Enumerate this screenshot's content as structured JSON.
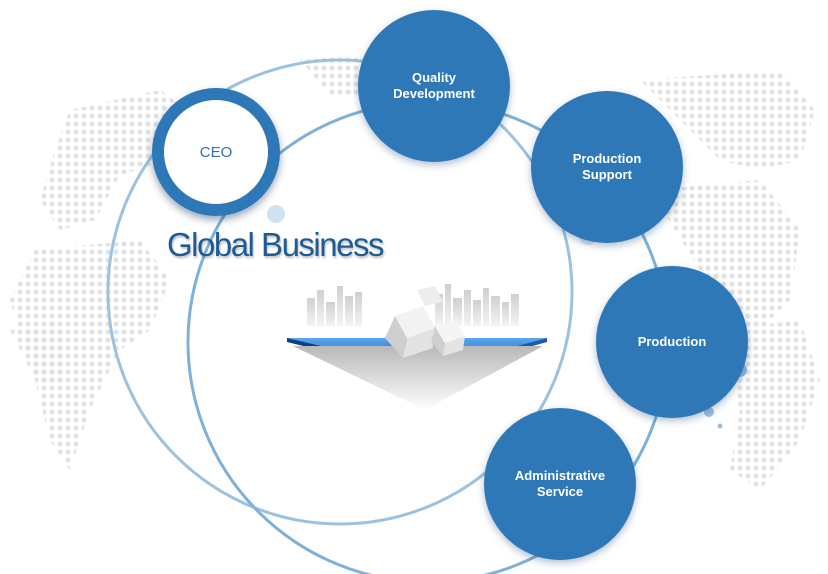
{
  "diagram": {
    "title": "Global Business",
    "ceo_label": "CEO",
    "nodes": [
      {
        "id": "quality",
        "label": "Quality\nDevelopment"
      },
      {
        "id": "support",
        "label": "Production\nSupport"
      },
      {
        "id": "production",
        "label": "Production"
      },
      {
        "id": "admin",
        "label": "Administrative\nService"
      }
    ],
    "colors": {
      "node": "#2f78b8",
      "ring": "#8ab6d8",
      "title": "#1d5b96",
      "map_dots": "#e4e4e4"
    }
  }
}
